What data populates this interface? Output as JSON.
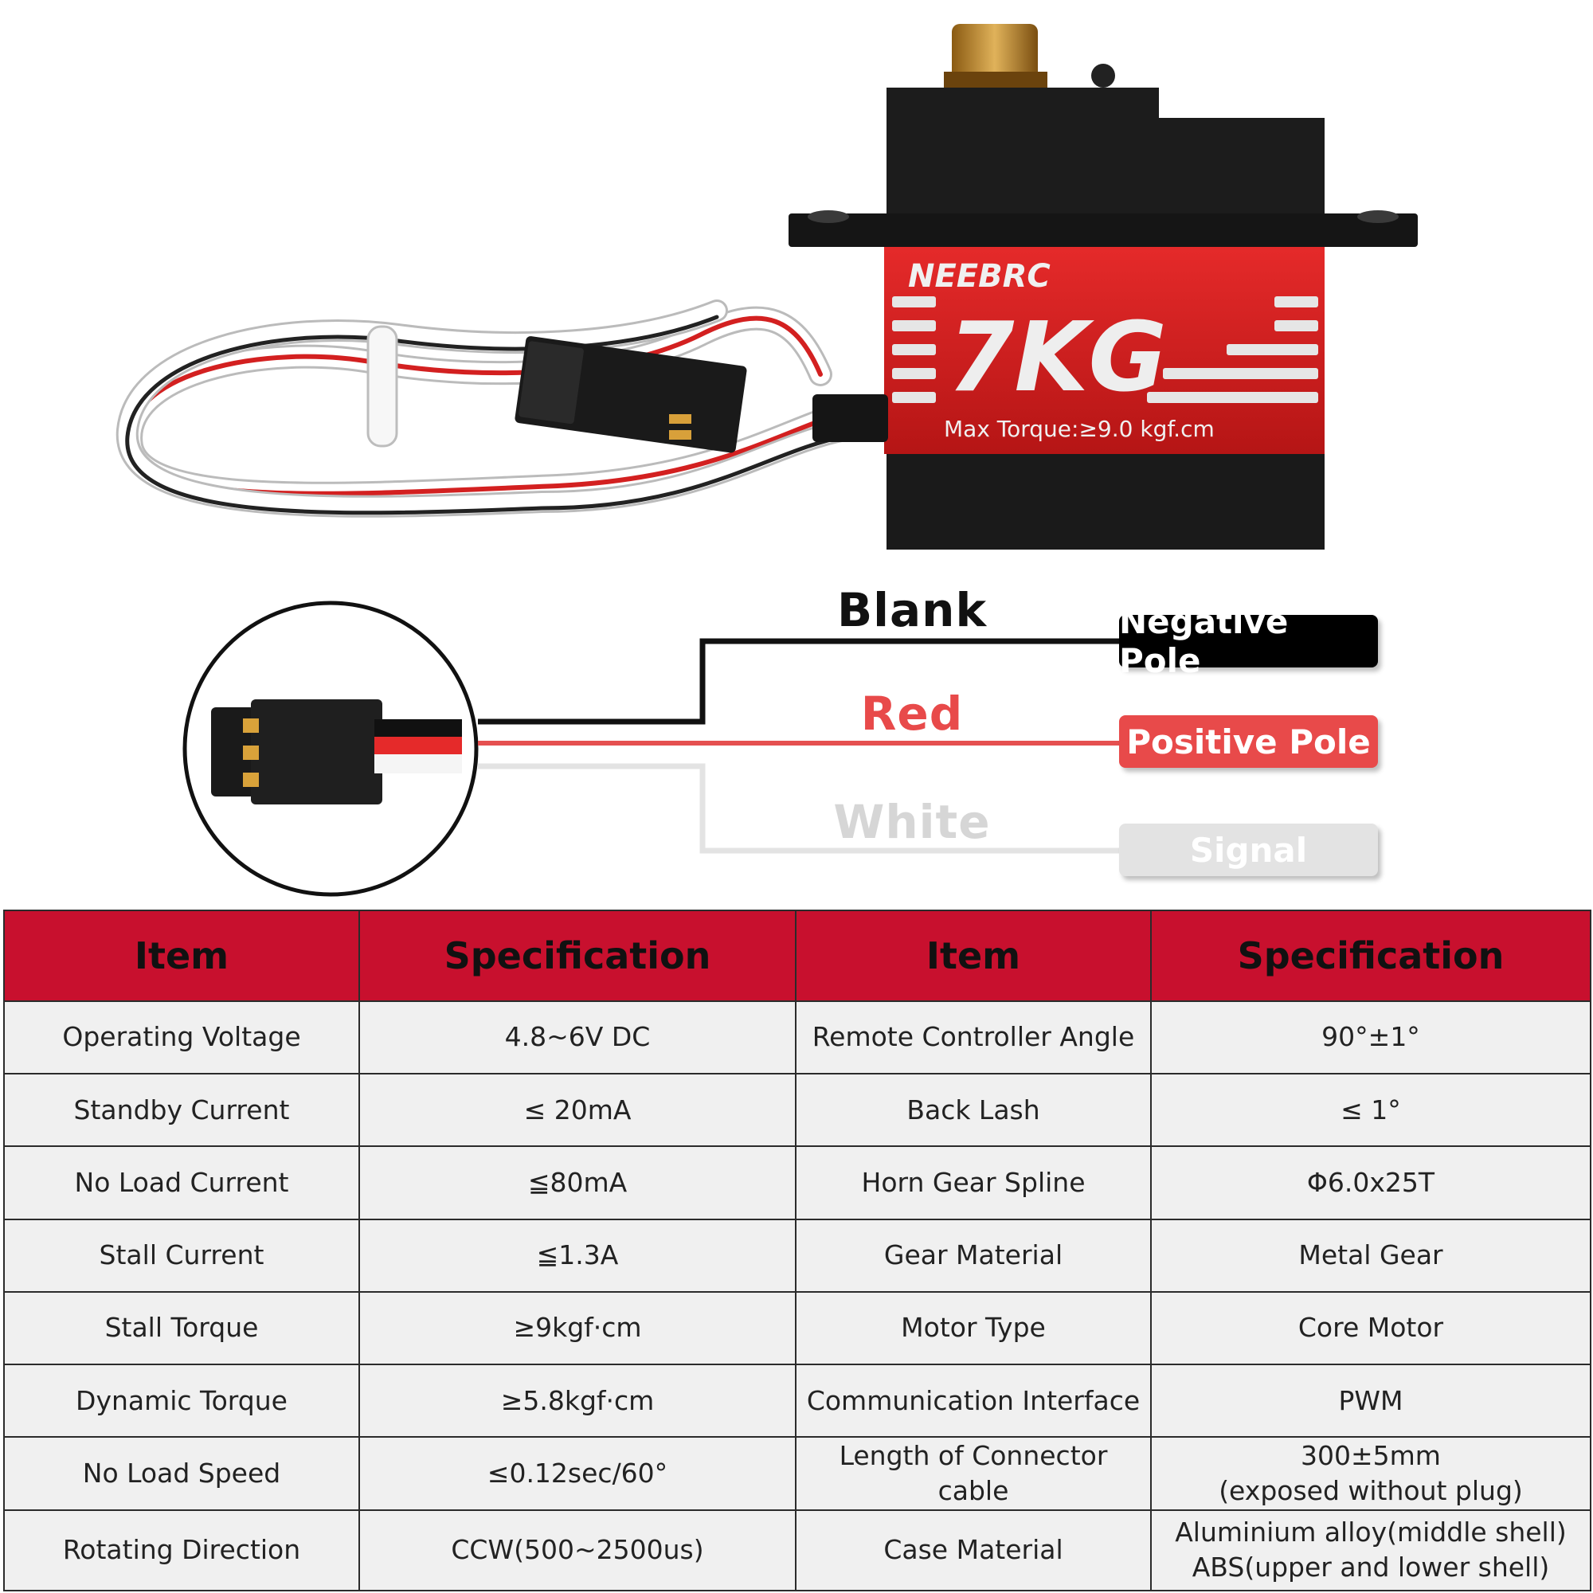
{
  "product": {
    "brand": "NEEBRC",
    "model": "7KG",
    "torque_label": "Max Torque:≥9.0 kgf.cm"
  },
  "wiring": {
    "wires": [
      {
        "name": "Blank",
        "function": "Negative Pole",
        "color": "#000000"
      },
      {
        "name": "Red",
        "function": "Positive Pole",
        "color": "#e84a4a"
      },
      {
        "name": "White",
        "function": "Signal",
        "color": "#d8d8d8"
      }
    ]
  },
  "spec_table": {
    "headers": [
      "Item",
      "Specification",
      "Item",
      "Specification"
    ],
    "rows": [
      {
        "item_left": "Operating Voltage",
        "spec_left": "4.8~6V DC",
        "item_right": "Remote Controller Angle",
        "spec_right": "90°±1°"
      },
      {
        "item_left": "Standby Current",
        "spec_left": "≤ 20mA",
        "item_right": "Back Lash",
        "spec_right": "≤ 1°"
      },
      {
        "item_left": "No Load Current",
        "spec_left": "≦80mA",
        "item_right": "Horn Gear Spline",
        "spec_right": "Φ6.0x25T"
      },
      {
        "item_left": "Stall Current",
        "spec_left": "≦1.3A",
        "item_right": "Gear Material",
        "spec_right": "Metal Gear"
      },
      {
        "item_left": "Stall Torque",
        "spec_left": "≥9kgf·cm",
        "item_right": "Motor Type",
        "spec_right": "Core Motor"
      },
      {
        "item_left": "Dynamic Torque",
        "spec_left": "≥5.8kgf·cm",
        "item_right": "Communication Interface",
        "spec_right": "PWM"
      },
      {
        "item_left": "No Load Speed",
        "spec_left": "≤0.12sec/60°",
        "item_right": "Length of Connector cable",
        "spec_right_line1": "300±5mm",
        "spec_right_line2": "(exposed without plug)"
      },
      {
        "item_left": "Rotating Direction",
        "spec_left": "CCW(500~2500us)",
        "item_right": "Case Material",
        "spec_right_line1": "Aluminium alloy(middle shell)",
        "spec_right_line2": "ABS(upper and lower shell)"
      }
    ]
  },
  "colors": {
    "header_red": "#c8102e",
    "servo_red": "#d42020",
    "servo_black": "#1b1b1b",
    "cell_gray": "#f0f0f0"
  }
}
